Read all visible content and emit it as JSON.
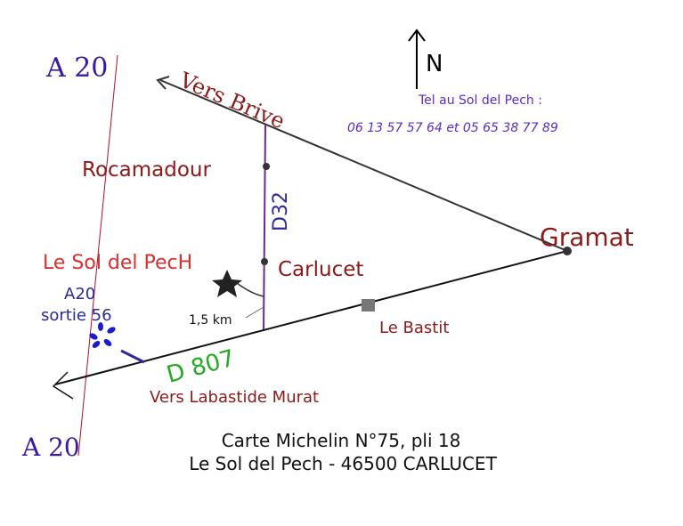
{
  "labels": {
    "a20_top": "A 20",
    "a20_bottom": "A 20",
    "north": "N",
    "phone_title": "Tel au Sol del Pech :",
    "phone_numbers": "06 13 57 57 64  et 05 65 38 77 89",
    "vers_brive": "Vers Brive",
    "rocamadour": "Rocamadour",
    "d32": "D32",
    "gramat": "Gramat",
    "le_sol_del_pech": "Le Sol del PecH",
    "carlucet": "Carlucet",
    "a20_exit_line1": "A20",
    "a20_exit_line2": "sortie 56",
    "distance": "1,5 km",
    "le_bastit": "Le Bastit",
    "d807": "D 807",
    "vers_labastide": "Vers Labastide Murat",
    "caption_line1": "Carte Michelin N°75, pli 18",
    "caption_line2": "Le Sol del Pech - 46500 CARLUCET"
  },
  "colors": {
    "autoroute": "#3a1aa0",
    "town": "#8b1a1a",
    "destination": "#d83030",
    "d807": "#22aa22",
    "phone": "#5a2ad0",
    "d32": "#2a2a9a"
  }
}
